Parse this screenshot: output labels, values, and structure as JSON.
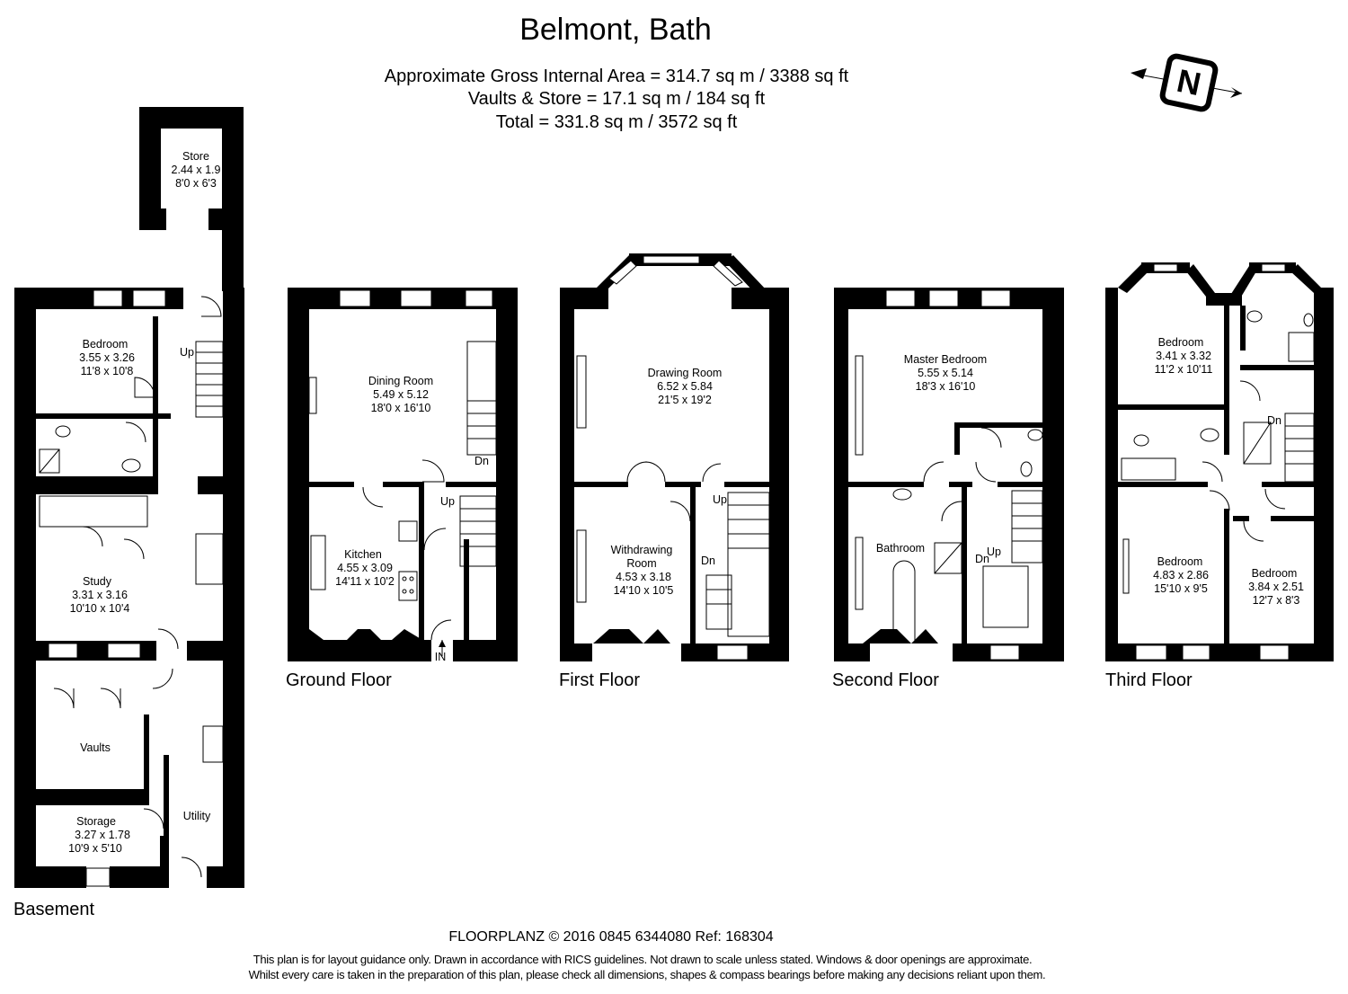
{
  "header": {
    "title": "Belmont, Bath",
    "area_line_1": "Approximate Gross Internal Area = 314.7 sq m / 3388 sq ft",
    "area_line_2": "Vaults & Store = 17.1 sq m / 184 sq ft",
    "area_line_3": "Total = 331.8 sq m / 3572 sq ft"
  },
  "compass": {
    "letter": "N"
  },
  "floors": {
    "basement": {
      "label": "Basement",
      "store": {
        "name": "Store",
        "metric": "2.44 x 1.9",
        "imperial": "8'0 x 6'3"
      },
      "bedroom": {
        "name": "Bedroom",
        "metric": "3.55 x 3.26",
        "imperial": "11'8 x 10'8"
      },
      "study": {
        "name": "Study",
        "metric": "3.31 x 3.16",
        "imperial": "10'10 x 10'4"
      },
      "vaults": {
        "name": "Vaults"
      },
      "storage": {
        "name": "Storage",
        "metric": "3.27 x 1.78",
        "imperial": "10'9 x 5'10"
      },
      "utility": {
        "name": "Utility"
      },
      "stair": "Up"
    },
    "ground": {
      "label": "Ground Floor",
      "dining": {
        "name": "Dining Room",
        "metric": "5.49 x 5.12",
        "imperial": "18'0 x 16'10"
      },
      "kitchen": {
        "name": "Kitchen",
        "metric": "4.55 x 3.09",
        "imperial": "14'11 x 10'2"
      },
      "stair_up": "Up",
      "stair_dn": "Dn",
      "entrance": "IN"
    },
    "first": {
      "label": "First Floor",
      "drawing": {
        "name": "Drawing Room",
        "metric": "6.52 x 5.84",
        "imperial": "21'5 x 19'2"
      },
      "withdrawing": {
        "name_1": "Withdrawing",
        "name_2": "Room",
        "metric": "4.53 x 3.18",
        "imperial": "14'10 x 10'5"
      },
      "stair_up": "Up",
      "stair_dn": "Dn"
    },
    "second": {
      "label": "Second Floor",
      "master": {
        "name": "Master Bedroom",
        "metric": "5.55 x 5.14",
        "imperial": "18'3 x 16'10"
      },
      "bathroom": {
        "name": "Bathroom"
      },
      "stair_up": "Up",
      "stair_dn": "Dn"
    },
    "third": {
      "label": "Third Floor",
      "bedroom_a": {
        "name": "Bedroom",
        "metric": "3.41 x 3.32",
        "imperial": "11'2 x 10'11"
      },
      "bedroom_b": {
        "name": "Bedroom",
        "metric": "4.83 x 2.86",
        "imperial": "15'10 x 9'5"
      },
      "bedroom_c": {
        "name": "Bedroom",
        "metric": "3.84 x 2.51",
        "imperial": "12'7 x 8'3"
      },
      "stair_dn": "Dn"
    }
  },
  "footer": {
    "brand_line": "FLOORPLANZ © 2016    0845 6344080    Ref: 168304",
    "disclaimer_1": "This plan is for layout guidance only. Drawn in accordance with RICS guidelines. Not drawn to scale unless stated. Windows & door openings are approximate.",
    "disclaimer_2": "Whilst every care is taken in the preparation of this plan, please check all dimensions, shapes & compass bearings before making any decisions reliant upon them."
  }
}
